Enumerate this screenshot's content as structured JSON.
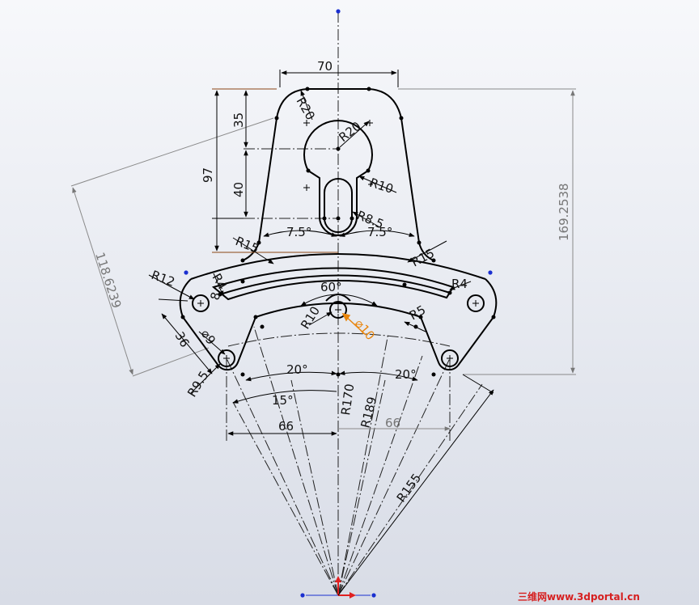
{
  "dimensions": {
    "d70": "70",
    "d35": "35",
    "d40": "40",
    "d97": "97",
    "r20_top": "R20",
    "r20_circle": "R20",
    "r10_slot": "R10",
    "r8_5": "R8.5",
    "a7_5_left": "7.5°",
    "a7_5_right": "7.5°",
    "r15_left": "R15",
    "r15_right": "R15",
    "d118": "118.6239",
    "d169": "169.2538",
    "r12": "R12",
    "r4_left": "R4",
    "r4_right": "R4",
    "d8": "8",
    "a60": "60°",
    "r10_center": "R10",
    "dia10": "⌀10",
    "r5": "R5",
    "d36": "36",
    "dia9": "⌀9",
    "r9_5": "R9.5",
    "a20_left": "20°",
    "a20_right": "20°",
    "a15": "15°",
    "d66_left": "66",
    "d66_right": "66",
    "r170": "R170",
    "r189": "R189",
    "r155": "R155"
  },
  "watermark": "三维网www.3dportal.cn",
  "colors": {
    "geometry": "#000000",
    "dimension": "#111111",
    "reference": "#8a8a8a",
    "highlight": "#e8850c",
    "point_blue": "#1a2fd0",
    "axis_red": "#e02020",
    "edge_brown": "#8b4513"
  }
}
